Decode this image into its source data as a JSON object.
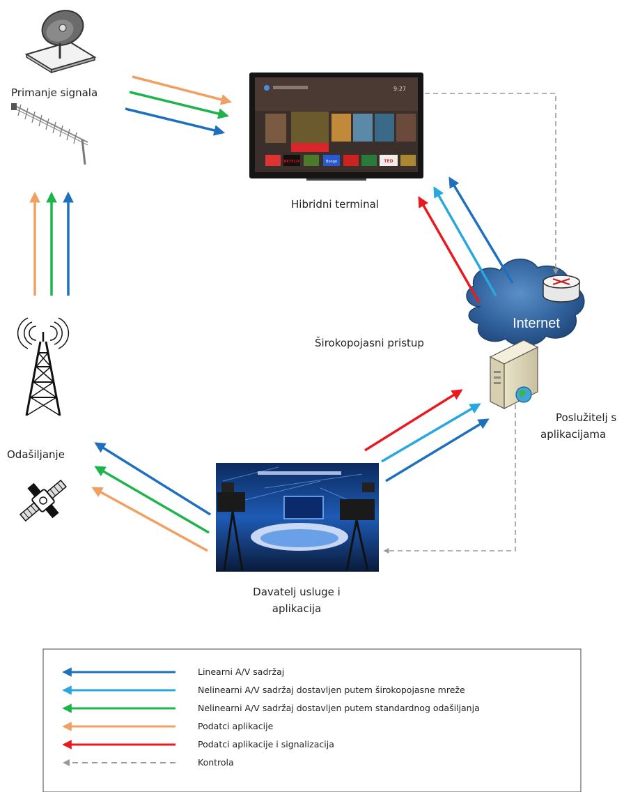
{
  "colors": {
    "linear": "#1f6fbf",
    "broadband": "#29a8e0",
    "broadcast": "#1db44c",
    "app_data": "#f0a062",
    "signalling": "#e8191f",
    "control": "#999999"
  },
  "nodes": {
    "reception": "Primanje signala",
    "hybrid_terminal": "Hibridni terminal",
    "broadband_access": "Širokopojasni pristup",
    "internet": "Internet",
    "server_line1": "Poslužitelj s",
    "server_line2": "aplikacijama",
    "transmission": "Odašiljanje",
    "provider_line1": "Davatelj usluge i",
    "provider_line2": "aplikacija"
  },
  "tv_screen": {
    "time": "9:27",
    "tiles": [
      "NETFLIX",
      "Bongo",
      "TED"
    ]
  },
  "legend": [
    {
      "label": "Linearni A/V sadržaj",
      "color": "#1f6fbf",
      "style": "solid"
    },
    {
      "label": "Nelinearni A/V sadržaj dostavljen putem širokopojasne mreže",
      "color": "#29a8e0",
      "style": "solid"
    },
    {
      "label": "Nelinearni A/V sadržaj dostavljen putem standardnog odašiljanja",
      "color": "#1db44c",
      "style": "solid"
    },
    {
      "label": "Podatci aplikacije",
      "color": "#f0a062",
      "style": "solid"
    },
    {
      "label": "Podatci aplikacije i signalizacija",
      "color": "#e8191f",
      "style": "solid"
    },
    {
      "label": "Kontrola",
      "color": "#999999",
      "style": "dashed"
    }
  ]
}
